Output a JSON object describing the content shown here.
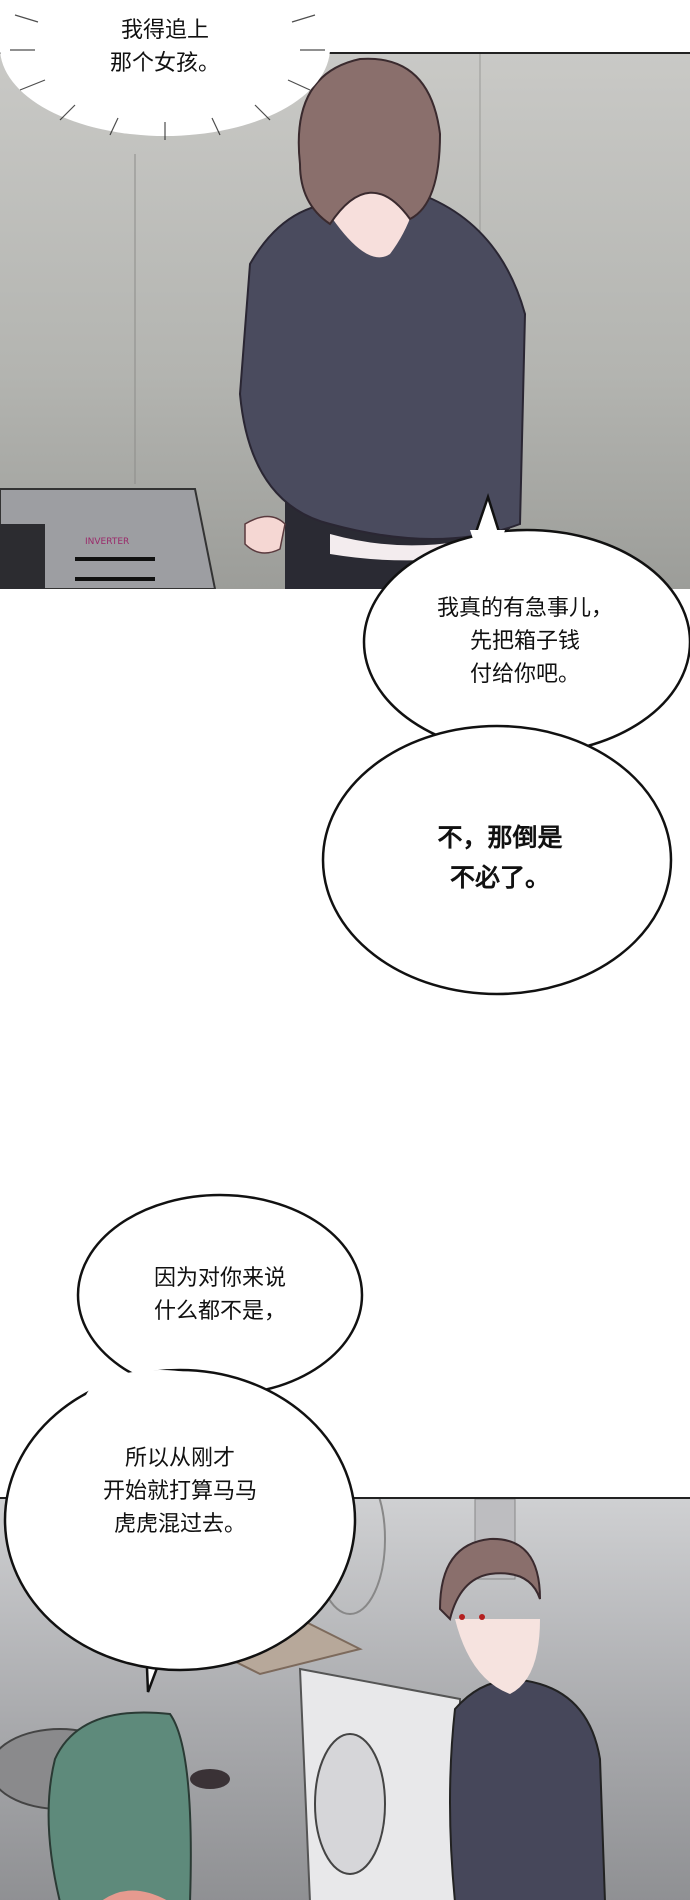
{
  "thought": {
    "text": "我得追上\n那个女孩。"
  },
  "panel1": {
    "sign": "INVERTER"
  },
  "bubbles": [
    {
      "text": "我真的有急事儿，\n先把箱子钱\n付给你吧。"
    },
    {
      "text": "不，那倒是\n不必了。"
    },
    {
      "text": "因为对你来说\n什么都不是，"
    },
    {
      "text": "所以从刚才\n开始就打算马马\n虎虎混过去。"
    }
  ]
}
